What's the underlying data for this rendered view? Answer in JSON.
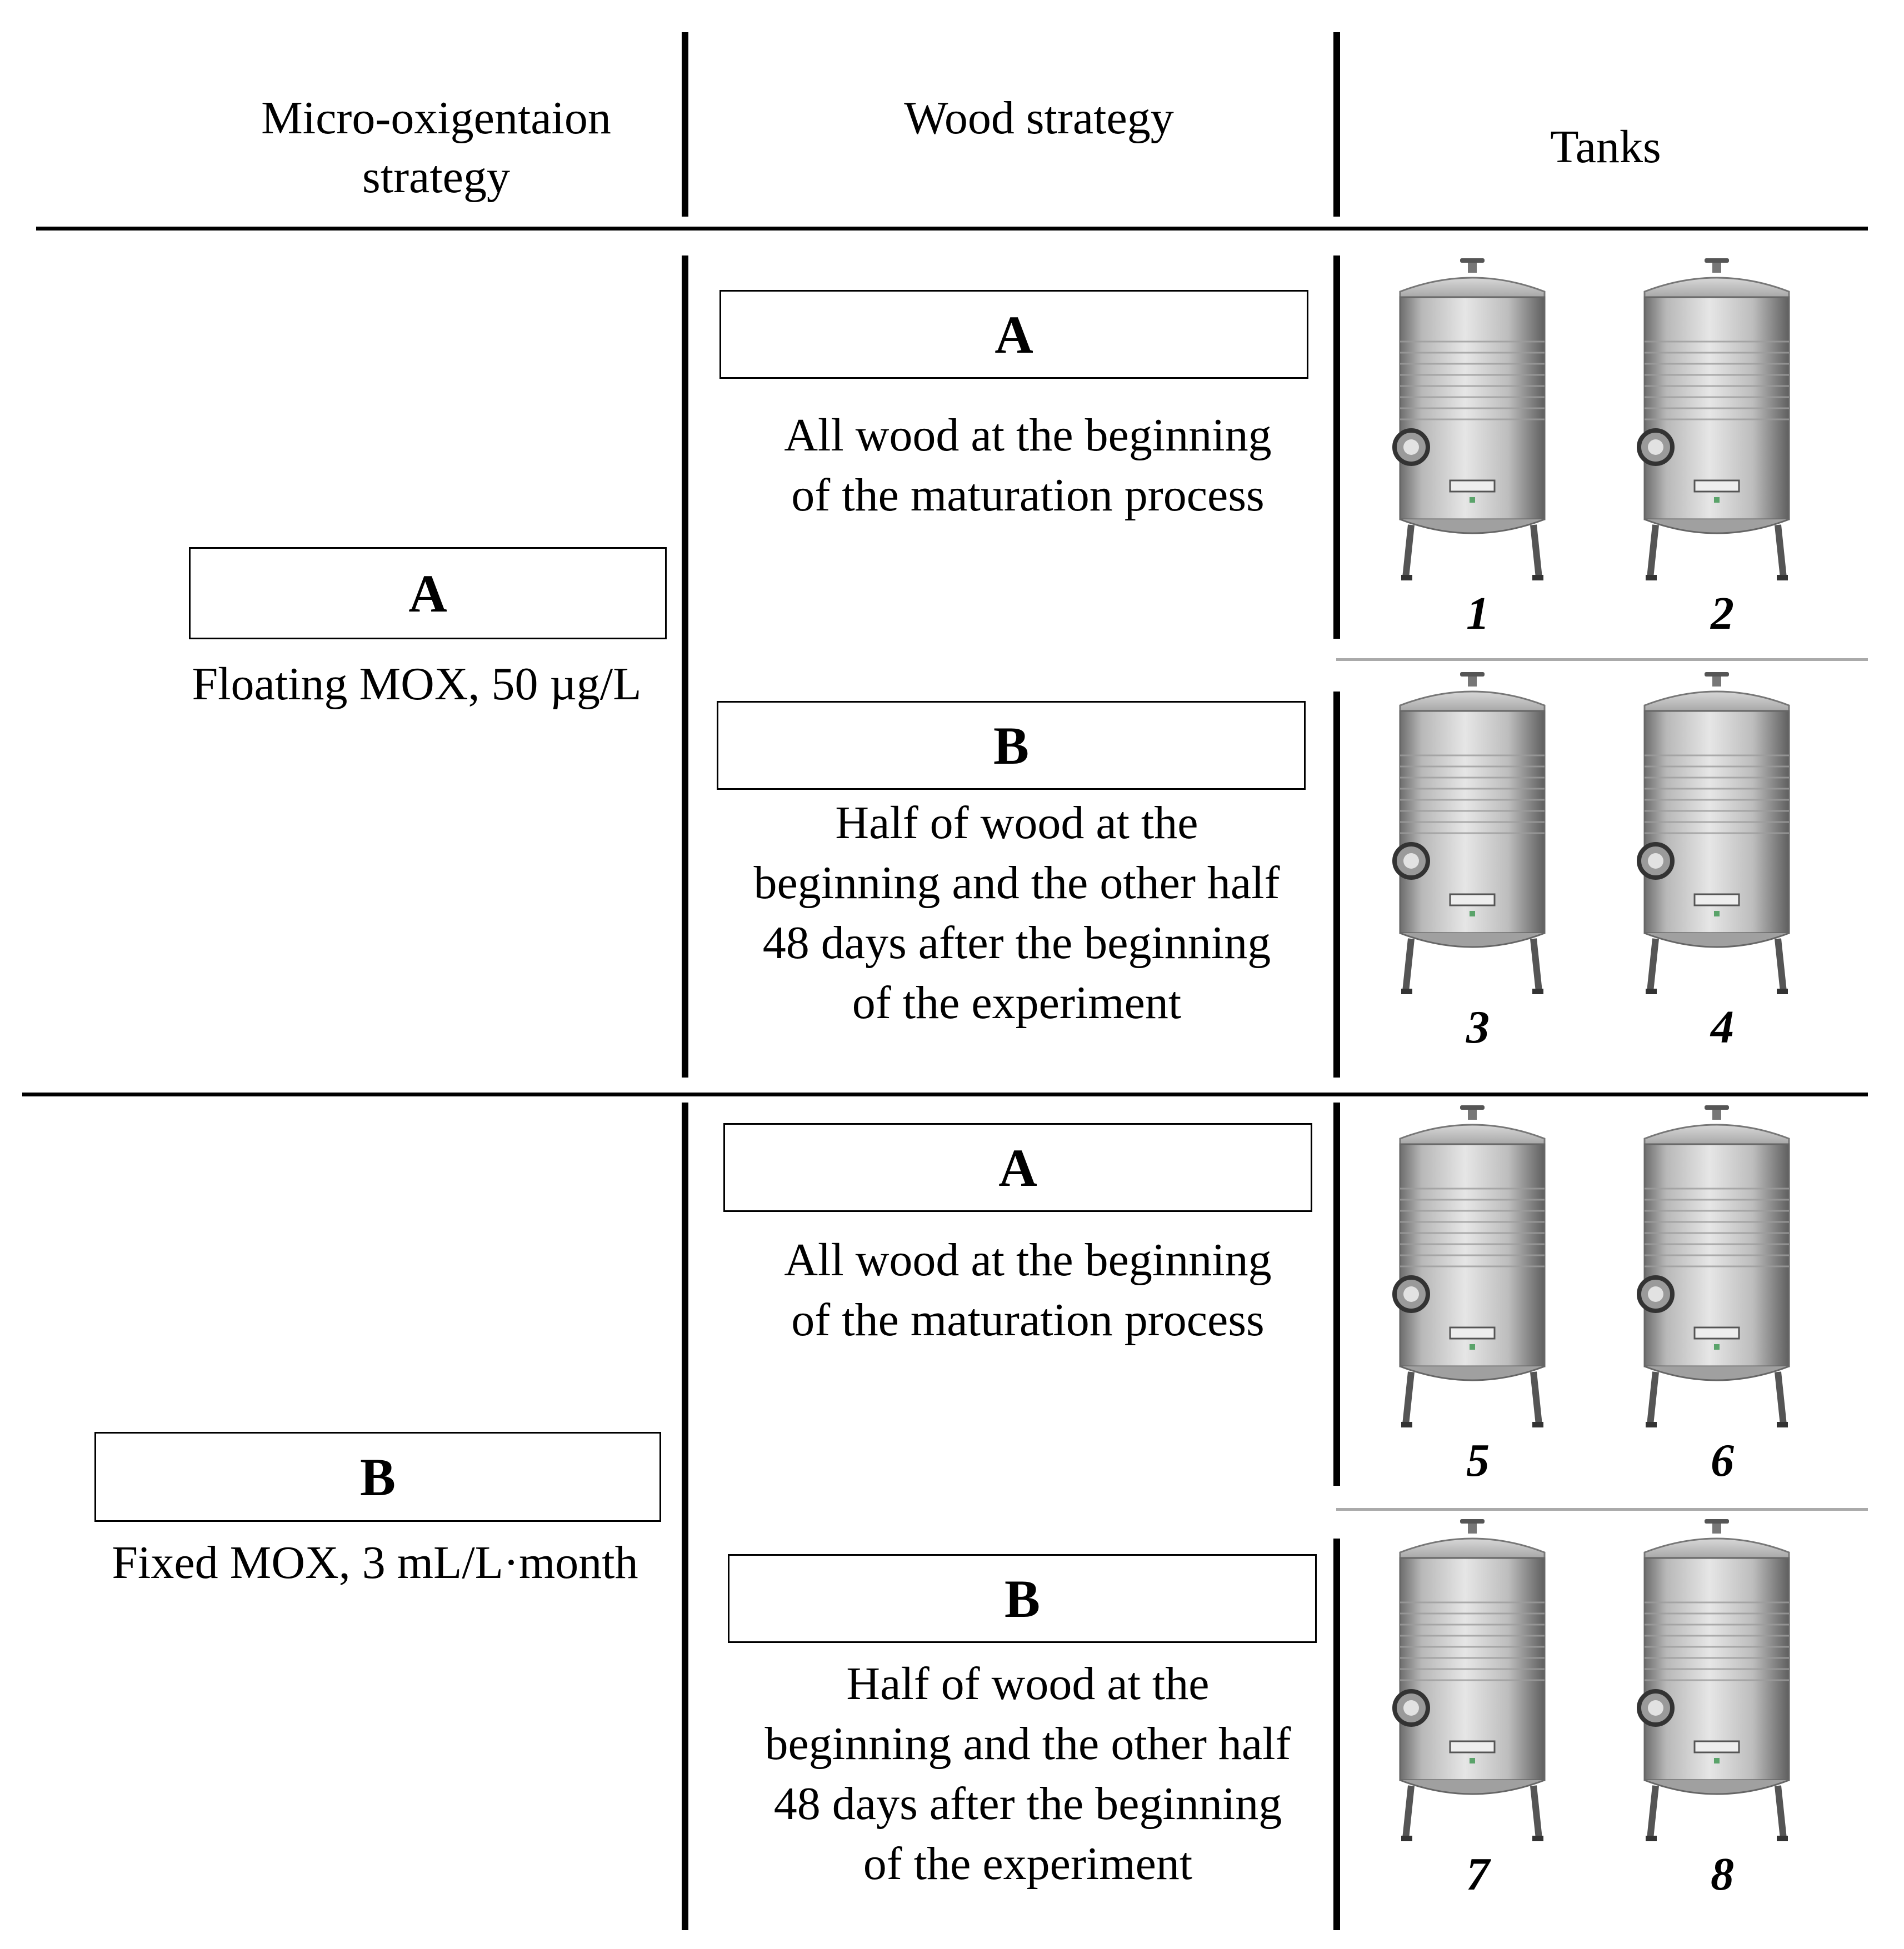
{
  "headers": {
    "mox_line1": "Micro-oxigentaion",
    "mox_line2": "strategy",
    "wood": "Wood strategy",
    "tanks": "Tanks"
  },
  "mox": [
    {
      "code": "A",
      "label": "Floating MOX, 50 µg/L"
    },
    {
      "code": "B",
      "label": "Fixed MOX, 3 mL/L·month"
    }
  ],
  "wood": [
    {
      "code": "A",
      "line1": "All wood at the beginning",
      "line2": "of the maturation process"
    },
    {
      "code": "B",
      "line1": "Half of wood at the",
      "line2": "beginning and the other half",
      "line3": "48 days after the beginning",
      "line4": "of the experiment"
    }
  ],
  "tanks": [
    "1",
    "2",
    "3",
    "4",
    "5",
    "6",
    "7",
    "8"
  ],
  "tank_icon": "stainless-steel-tank-icon"
}
